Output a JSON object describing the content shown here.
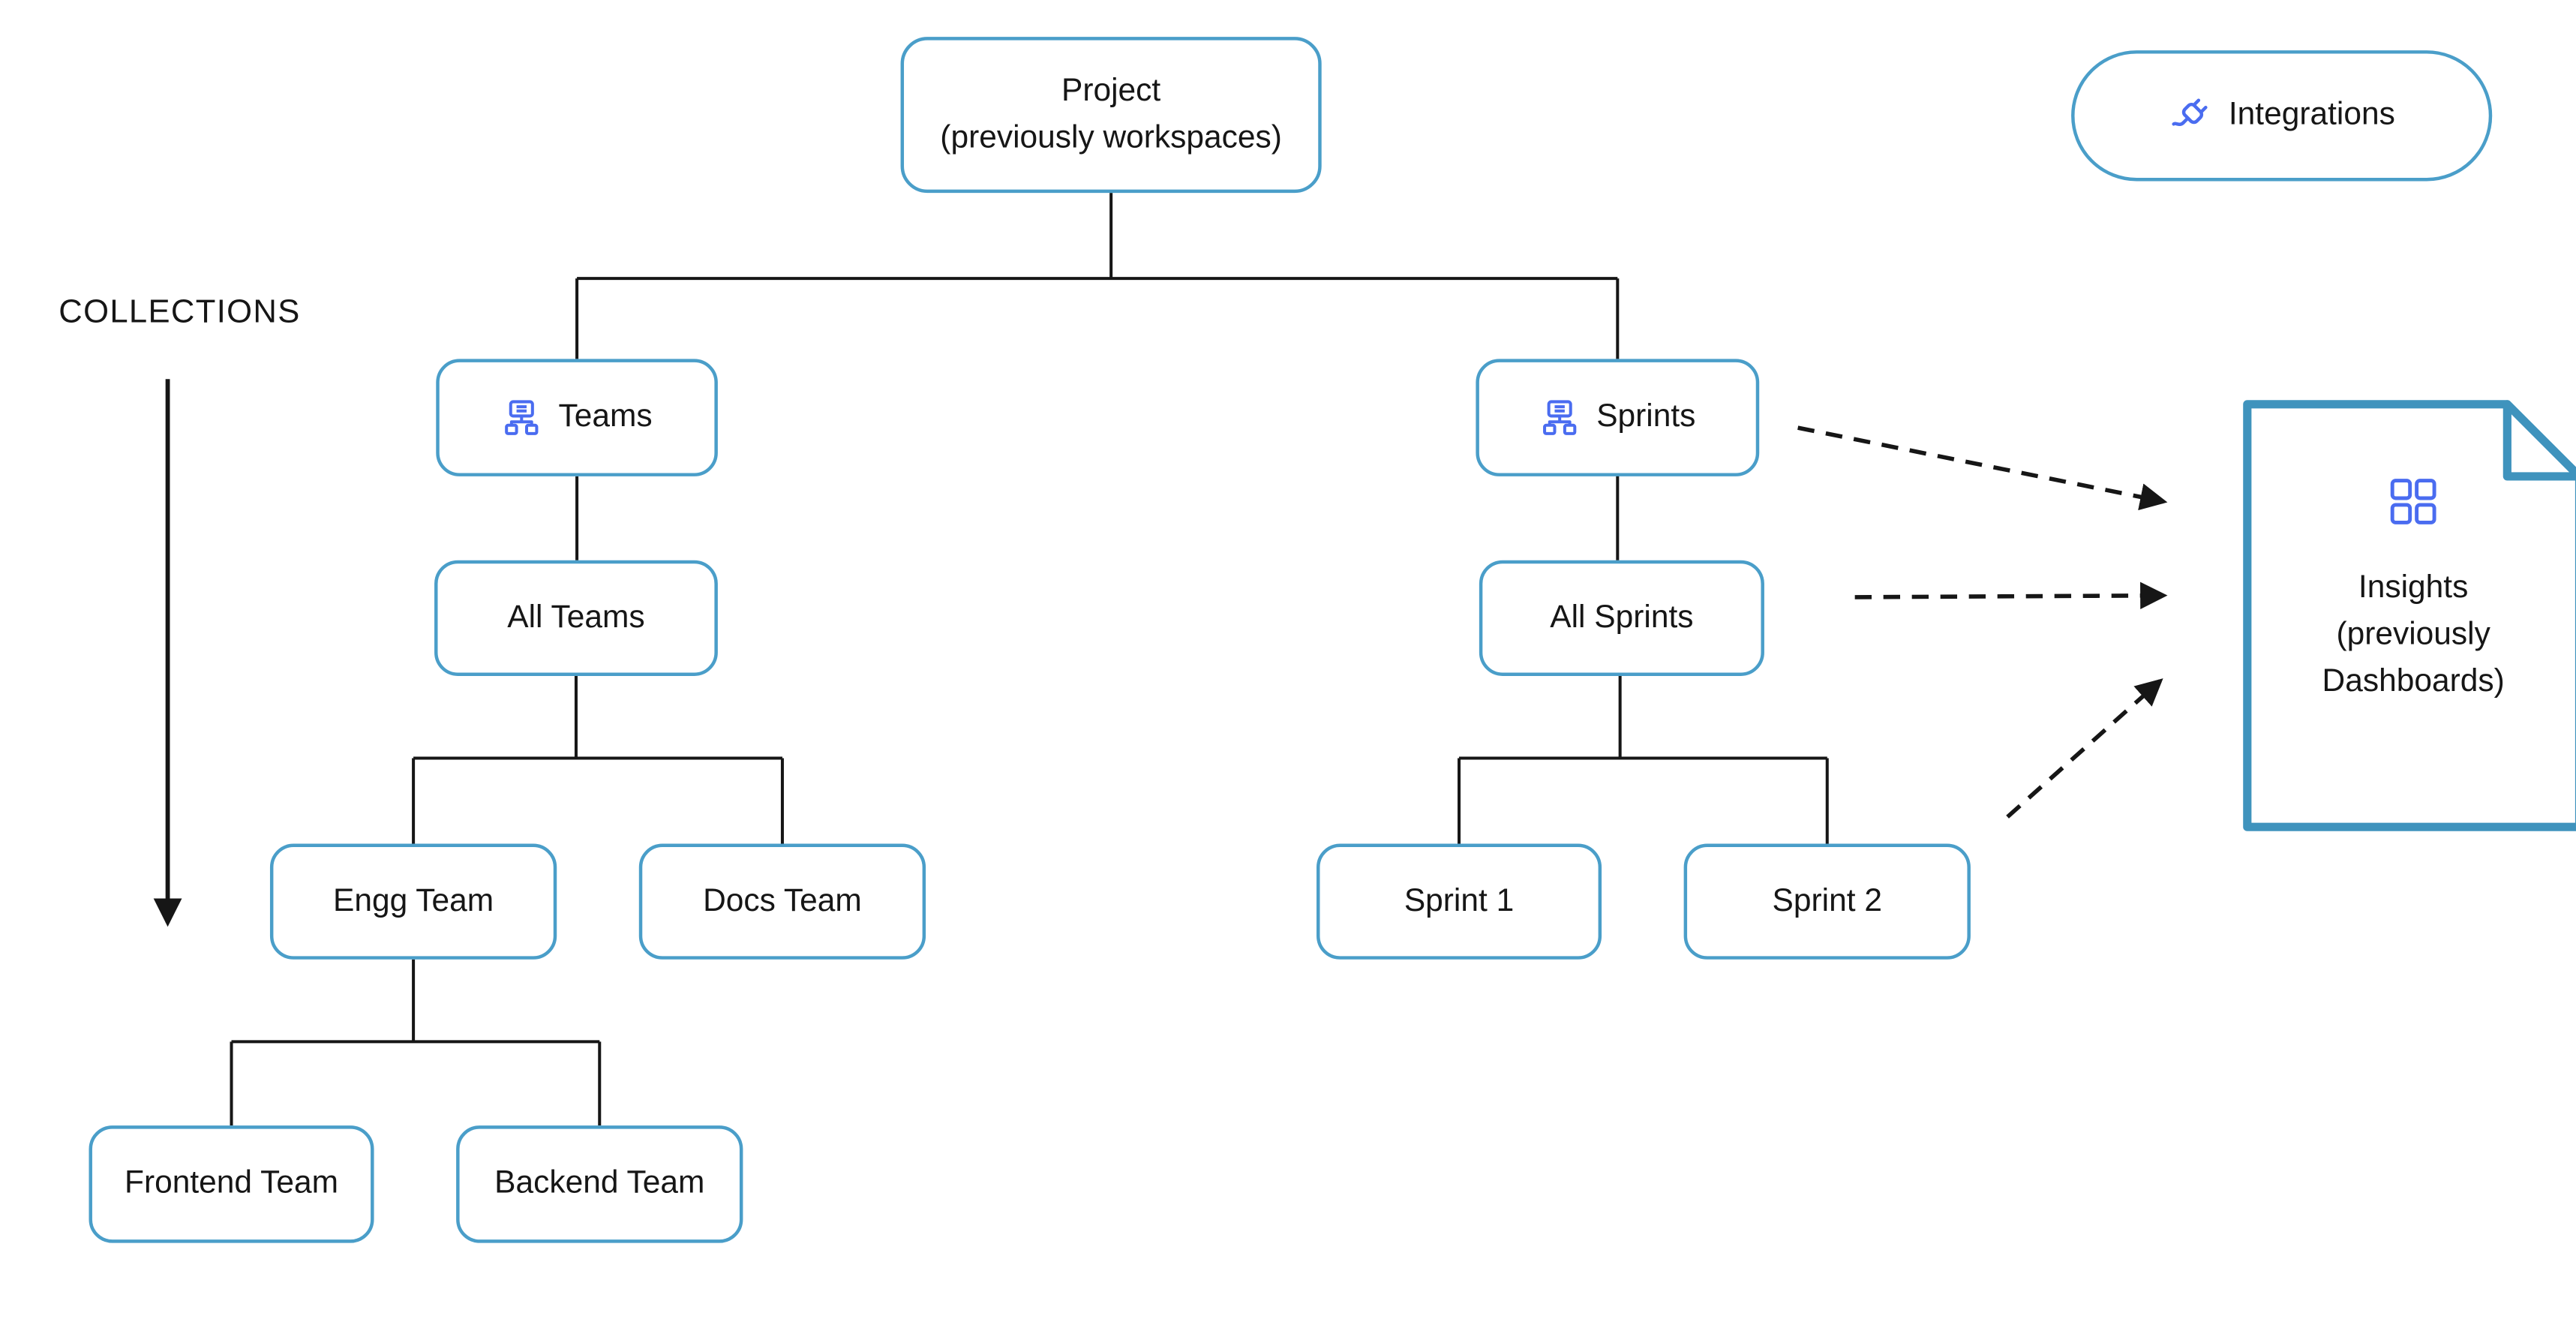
{
  "collections_label": "COLLECTIONS",
  "nodes": {
    "project": {
      "line1": "Project",
      "line2": "(previously workspaces)"
    },
    "integrations": {
      "label": "Integrations"
    },
    "teams": {
      "label": "Teams"
    },
    "sprints": {
      "label": "Sprints"
    },
    "all_teams": {
      "label": "All Teams"
    },
    "all_sprints": {
      "label": "All Sprints"
    },
    "engg_team": {
      "label": "Engg Team"
    },
    "docs_team": {
      "label": "Docs Team"
    },
    "sprint_1": {
      "label": "Sprint 1"
    },
    "sprint_2": {
      "label": "Sprint 2"
    },
    "frontend_team": {
      "label": "Frontend Team"
    },
    "backend_team": {
      "label": "Backend Team"
    },
    "insights": {
      "line1": "Insights",
      "line2": "(previously",
      "line3": "Dashboards)"
    }
  },
  "colors": {
    "node_border": "#4a9ec9",
    "insights_border": "#3f93bd",
    "icon_blue": "#4a6cf0",
    "connector": "#161616",
    "text": "#161616",
    "background": "#ffffff"
  }
}
